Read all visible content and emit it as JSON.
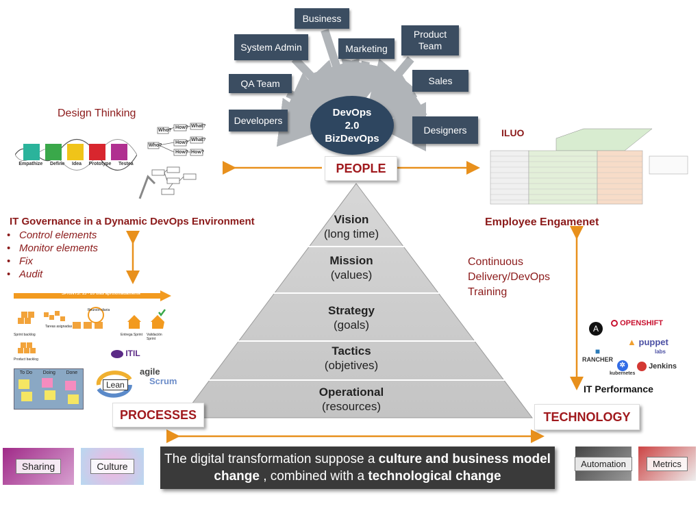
{
  "people_teams": {
    "business": "Business",
    "system_admin": "System Admin",
    "marketing": "Marketing",
    "product_team_line1": "Product",
    "product_team_line2": "Team",
    "qa_team": "QA Team",
    "sales": "Sales",
    "developers": "Developers",
    "designers": "Designers"
  },
  "center": {
    "line1": "DevOps",
    "line2": "2.0",
    "line3": "BizDevOps"
  },
  "corners": {
    "people": "PEOPLE",
    "processes": "PROCESSES",
    "technology": "TECHNOLOGY"
  },
  "pyramid": [
    {
      "title": "Vision",
      "sub": "(long time)"
    },
    {
      "title": "Mission",
      "sub": "(values)"
    },
    {
      "title": "Strategy",
      "sub": "(goals)"
    },
    {
      "title": "Tactics",
      "sub": "(objetives)"
    },
    {
      "title": "Operational",
      "sub": "(resources)"
    }
  ],
  "left": {
    "design_thinking": "Design Thinking",
    "design_steps": [
      "Empathize",
      "Define",
      "Idea",
      "Prototype",
      "Testea"
    ],
    "mindmap": [
      "Who?",
      "How?",
      "What?",
      "Who?",
      "How?",
      "How?",
      "What?",
      "How?"
    ],
    "governance_title": "IT Governance in a Dynamic DevOps Environment",
    "governance_items": [
      "Control elements",
      "Monitor elements",
      "Fix",
      "Audit"
    ],
    "sprint_bar": "SPRINTS: 15 - 20 días aproximadamente",
    "sprint_labels": [
      "Sprint backlog",
      "Tareas asignadas",
      "Reunión diaria",
      "Entrega Sprint",
      "Validación Sprint",
      "Product backlog"
    ],
    "kanban": [
      "To Do",
      "Doing",
      "Done"
    ],
    "methodologies": {
      "itil": "ITIL",
      "agile": "agile",
      "scrum": "Scrum",
      "lean": "Lean"
    }
  },
  "right": {
    "iluo": "ILUO",
    "employee": "Employee Engamenet",
    "continuous": [
      "Continuous",
      "Delivery/DevOps",
      "Training"
    ],
    "it_performance": "IT Performance",
    "tools": {
      "openshift": "OPENSHIFT",
      "puppet": "puppet",
      "puppet_sub": "labs",
      "rancher": "RANCHER",
      "kubernetes": "kubernetes",
      "jenkins": "Jenkins"
    }
  },
  "bottom": {
    "tiles": {
      "sharing": "Sharing",
      "culture": "Culture",
      "automation": "Automation",
      "metrics": "Metrics"
    },
    "banner_part1": "The digital transformation suppose a ",
    "banner_bold1": "culture and business model change",
    "banner_part2": " , combined with a ",
    "banner_bold2": "technological change"
  },
  "colors": {
    "accent_orange": "#e8901c",
    "team_box": "#3b4d61",
    "label_red": "#a0191d",
    "dark_red": "#8b1a1a",
    "banner": "#3a3a3a"
  }
}
